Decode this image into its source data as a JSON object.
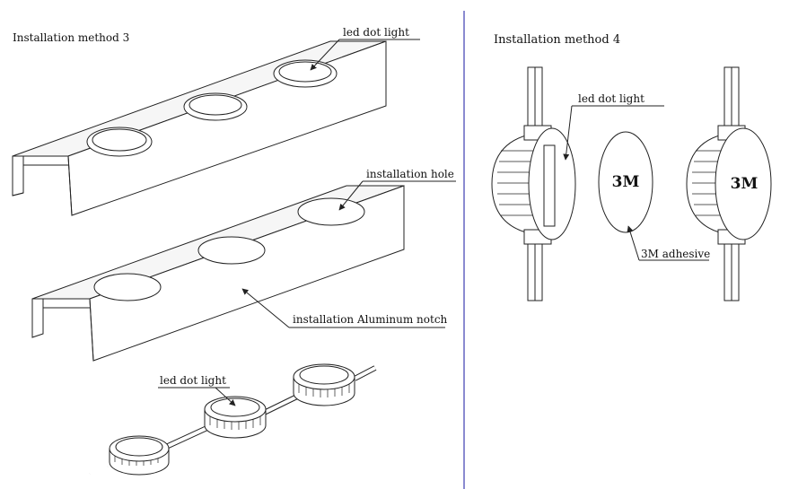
{
  "left_panel": {
    "title": "Installation method 3",
    "labels": {
      "led_dot_light_top": "led dot light",
      "installation_hole": "installation hole",
      "aluminum_notch": "installation Aluminum notch",
      "led_dot_light_chain": "led dot light"
    }
  },
  "right_panel": {
    "title": "Installation method 4",
    "labels": {
      "led_dot_light": "led dot light",
      "adhesive_pad_text": "3M",
      "mounted_light_text": "3M",
      "adhesive_label": "3M adhesive"
    }
  },
  "colors": {
    "divider": "#8a8ad0",
    "line": "#222222",
    "background": "#ffffff"
  }
}
